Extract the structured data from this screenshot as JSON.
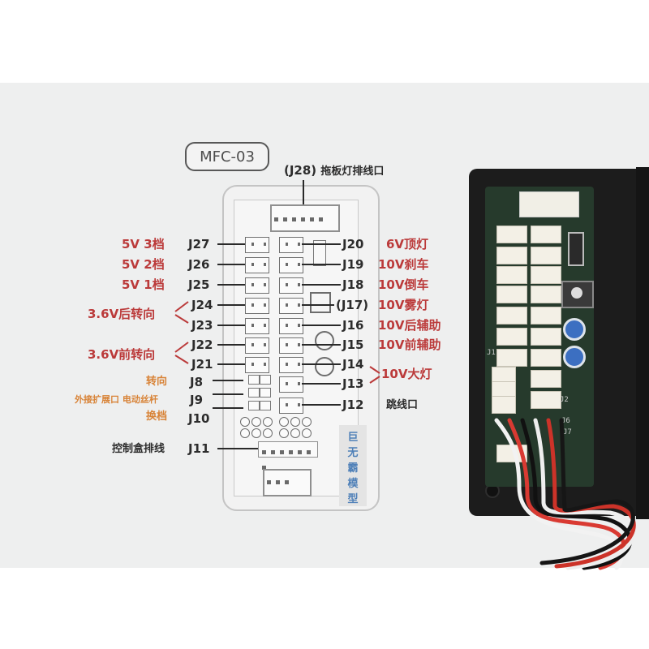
{
  "diagram": {
    "model": "MFC-03",
    "brand_vertical": [
      "巨",
      "无",
      "霸",
      "模",
      "型"
    ],
    "top_header": {
      "id": "(J28)",
      "desc": "拖板灯排线口"
    },
    "left_connectors": [
      {
        "id": "J27",
        "desc": "5V  3档"
      },
      {
        "id": "J26",
        "desc": "5V  2档"
      },
      {
        "id": "J25",
        "desc": "5V  1档"
      },
      {
        "id": "J24",
        "desc": ""
      },
      {
        "id": "J23",
        "desc": ""
      },
      {
        "id": "J22",
        "desc": ""
      },
      {
        "id": "J21",
        "desc": ""
      },
      {
        "id": "J8",
        "desc": "转向"
      },
      {
        "id": "J9",
        "desc": "外接扩展口  电动丝杆"
      },
      {
        "id": "J10",
        "desc": "换档"
      },
      {
        "id": "J11",
        "desc": "控制盒排线"
      }
    ],
    "group_labels": {
      "rear_turn": "3.6V后转向",
      "front_turn": "3.6V前转向"
    },
    "right_connectors": [
      {
        "id": "J20",
        "desc": "6V顶灯"
      },
      {
        "id": "J19",
        "desc": "10V刹车"
      },
      {
        "id": "J18",
        "desc": "10V倒车"
      },
      {
        "id": "(J17)",
        "desc": "10V雾灯"
      },
      {
        "id": "J16",
        "desc": "10V后辅助"
      },
      {
        "id": "J15",
        "desc": "10V前辅助"
      },
      {
        "id": "J14",
        "desc": ""
      },
      {
        "id": "J13",
        "desc": ""
      },
      {
        "id": "J12",
        "desc": "跳线口"
      }
    ],
    "right_group_label": "10V大灯"
  },
  "photo": {
    "pcb_marks": [
      "J1",
      "J2",
      "J6",
      "J7"
    ]
  }
}
